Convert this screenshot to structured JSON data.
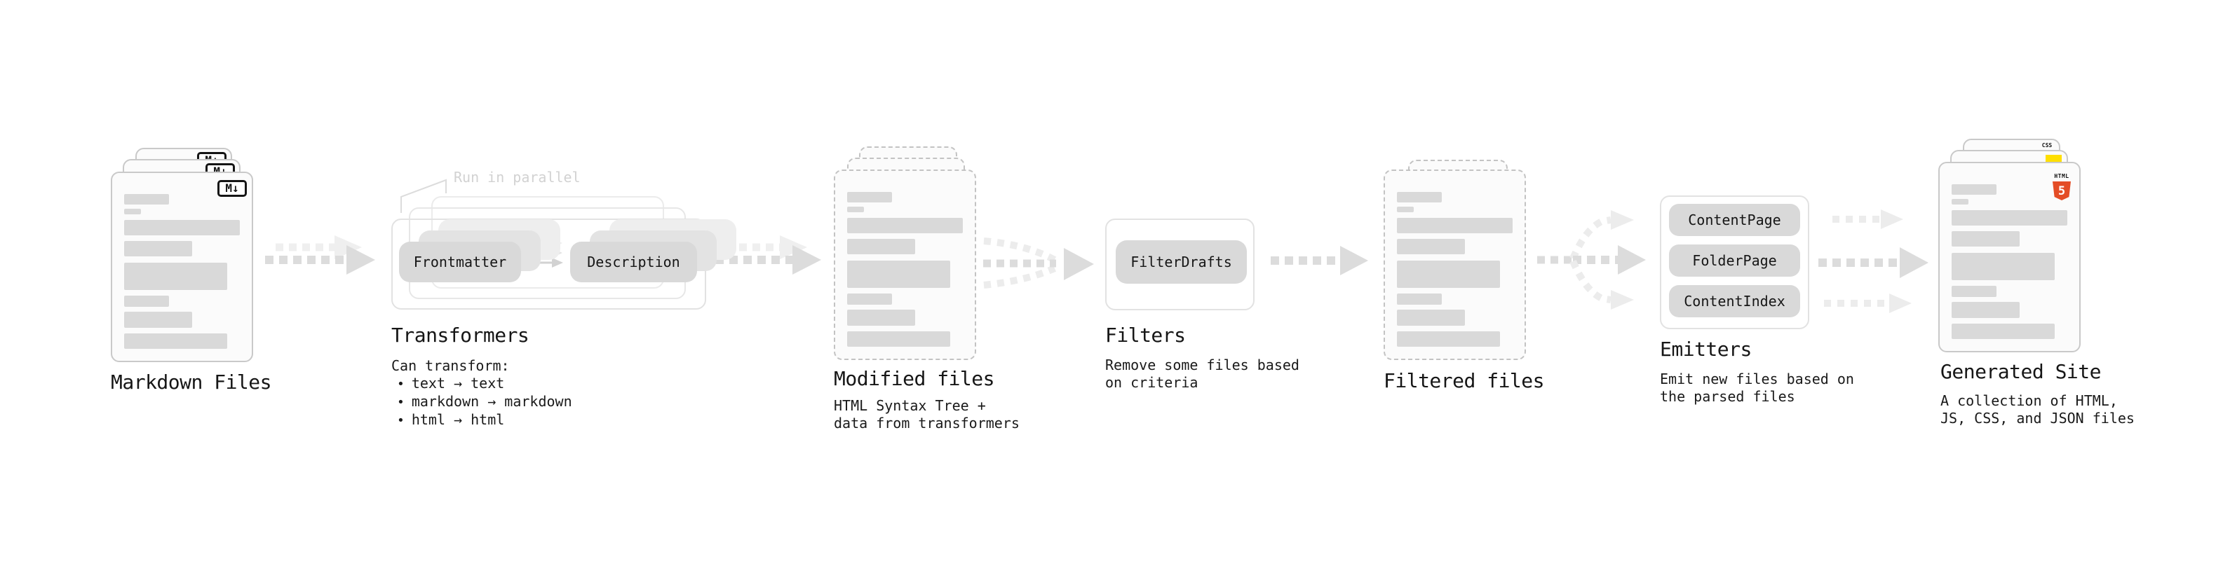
{
  "colors": {
    "arrow": "#dcdcdc",
    "arrow_light": "#ececec",
    "doc_bar": "#d9d9d9",
    "plugin_fill": "#d9d9d9",
    "html5_orange": "#e44d26",
    "js_yellow": "#ffdf00",
    "css_blue": "#2f6bff"
  },
  "stages": {
    "markdown_files": {
      "label": "Markdown Files",
      "badge": "M↓"
    },
    "transformers": {
      "label": "Transformers",
      "annotation": "Run in parallel",
      "plugin_1": "Frontmatter",
      "plugin_2": "Description",
      "desc_heading": "Can transform:",
      "bullets": [
        "text → text",
        "markdown → markdown",
        "html → html"
      ]
    },
    "modified_files": {
      "label": "Modified files",
      "desc": [
        "HTML Syntax Tree +",
        "data from transformers"
      ]
    },
    "filters": {
      "label": "Filters",
      "plugin": "FilterDrafts",
      "desc": [
        "Remove some files based",
        "on criteria"
      ]
    },
    "filtered_files": {
      "label": "Filtered files"
    },
    "emitters": {
      "label": "Emitters",
      "plugins": [
        "ContentPage",
        "FolderPage",
        "ContentIndex"
      ],
      "desc": [
        "Emit new files based on",
        "the parsed files"
      ]
    },
    "generated_site": {
      "label": "Generated Site",
      "desc": [
        "A collection of HTML,",
        "JS, CSS, and JSON files"
      ],
      "badges": {
        "css": "CSS",
        "html": "HTML",
        "html5_number": "5"
      }
    }
  }
}
